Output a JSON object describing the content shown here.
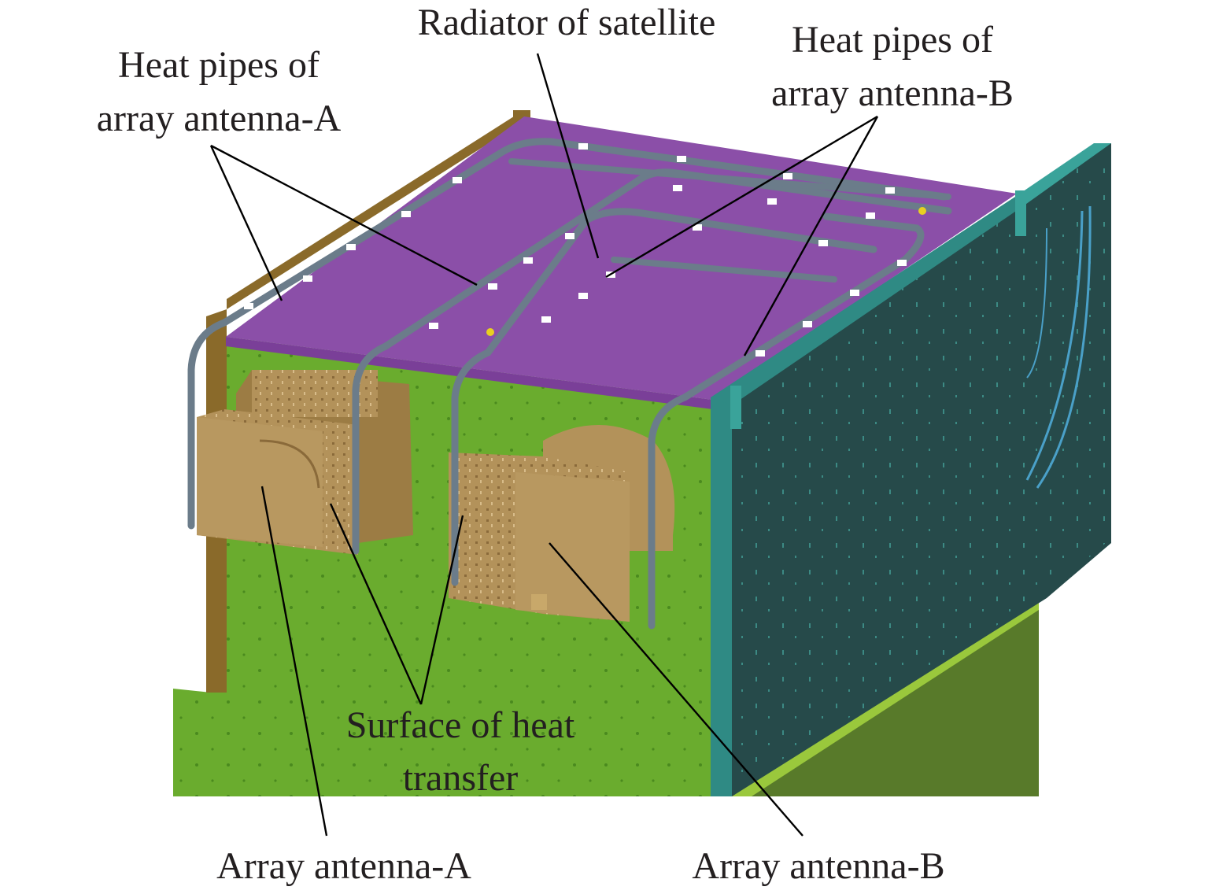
{
  "labels": {
    "radiator": "Radiator of satellite",
    "heat_pipes_a_line1": "Heat pipes of",
    "heat_pipes_a_line2": "array antenna-A",
    "heat_pipes_b_line1": "Heat pipes of",
    "heat_pipes_b_line2": "array antenna-B",
    "surface_line1": "Surface of heat",
    "surface_line2": "transfer",
    "antenna_a": "Array antenna-A",
    "antenna_b": "Array antenna-B"
  },
  "colors": {
    "radiator_top": "#8b4fa8",
    "green_wall": "#6aac2e",
    "dark_panel": "#264a4a",
    "panel_edge": "#2f8a84",
    "brown_frame": "#8a6a2a",
    "antenna_body": "#b3925a",
    "heat_pipe": "#6b7c8a",
    "leader_line": "#000000"
  }
}
